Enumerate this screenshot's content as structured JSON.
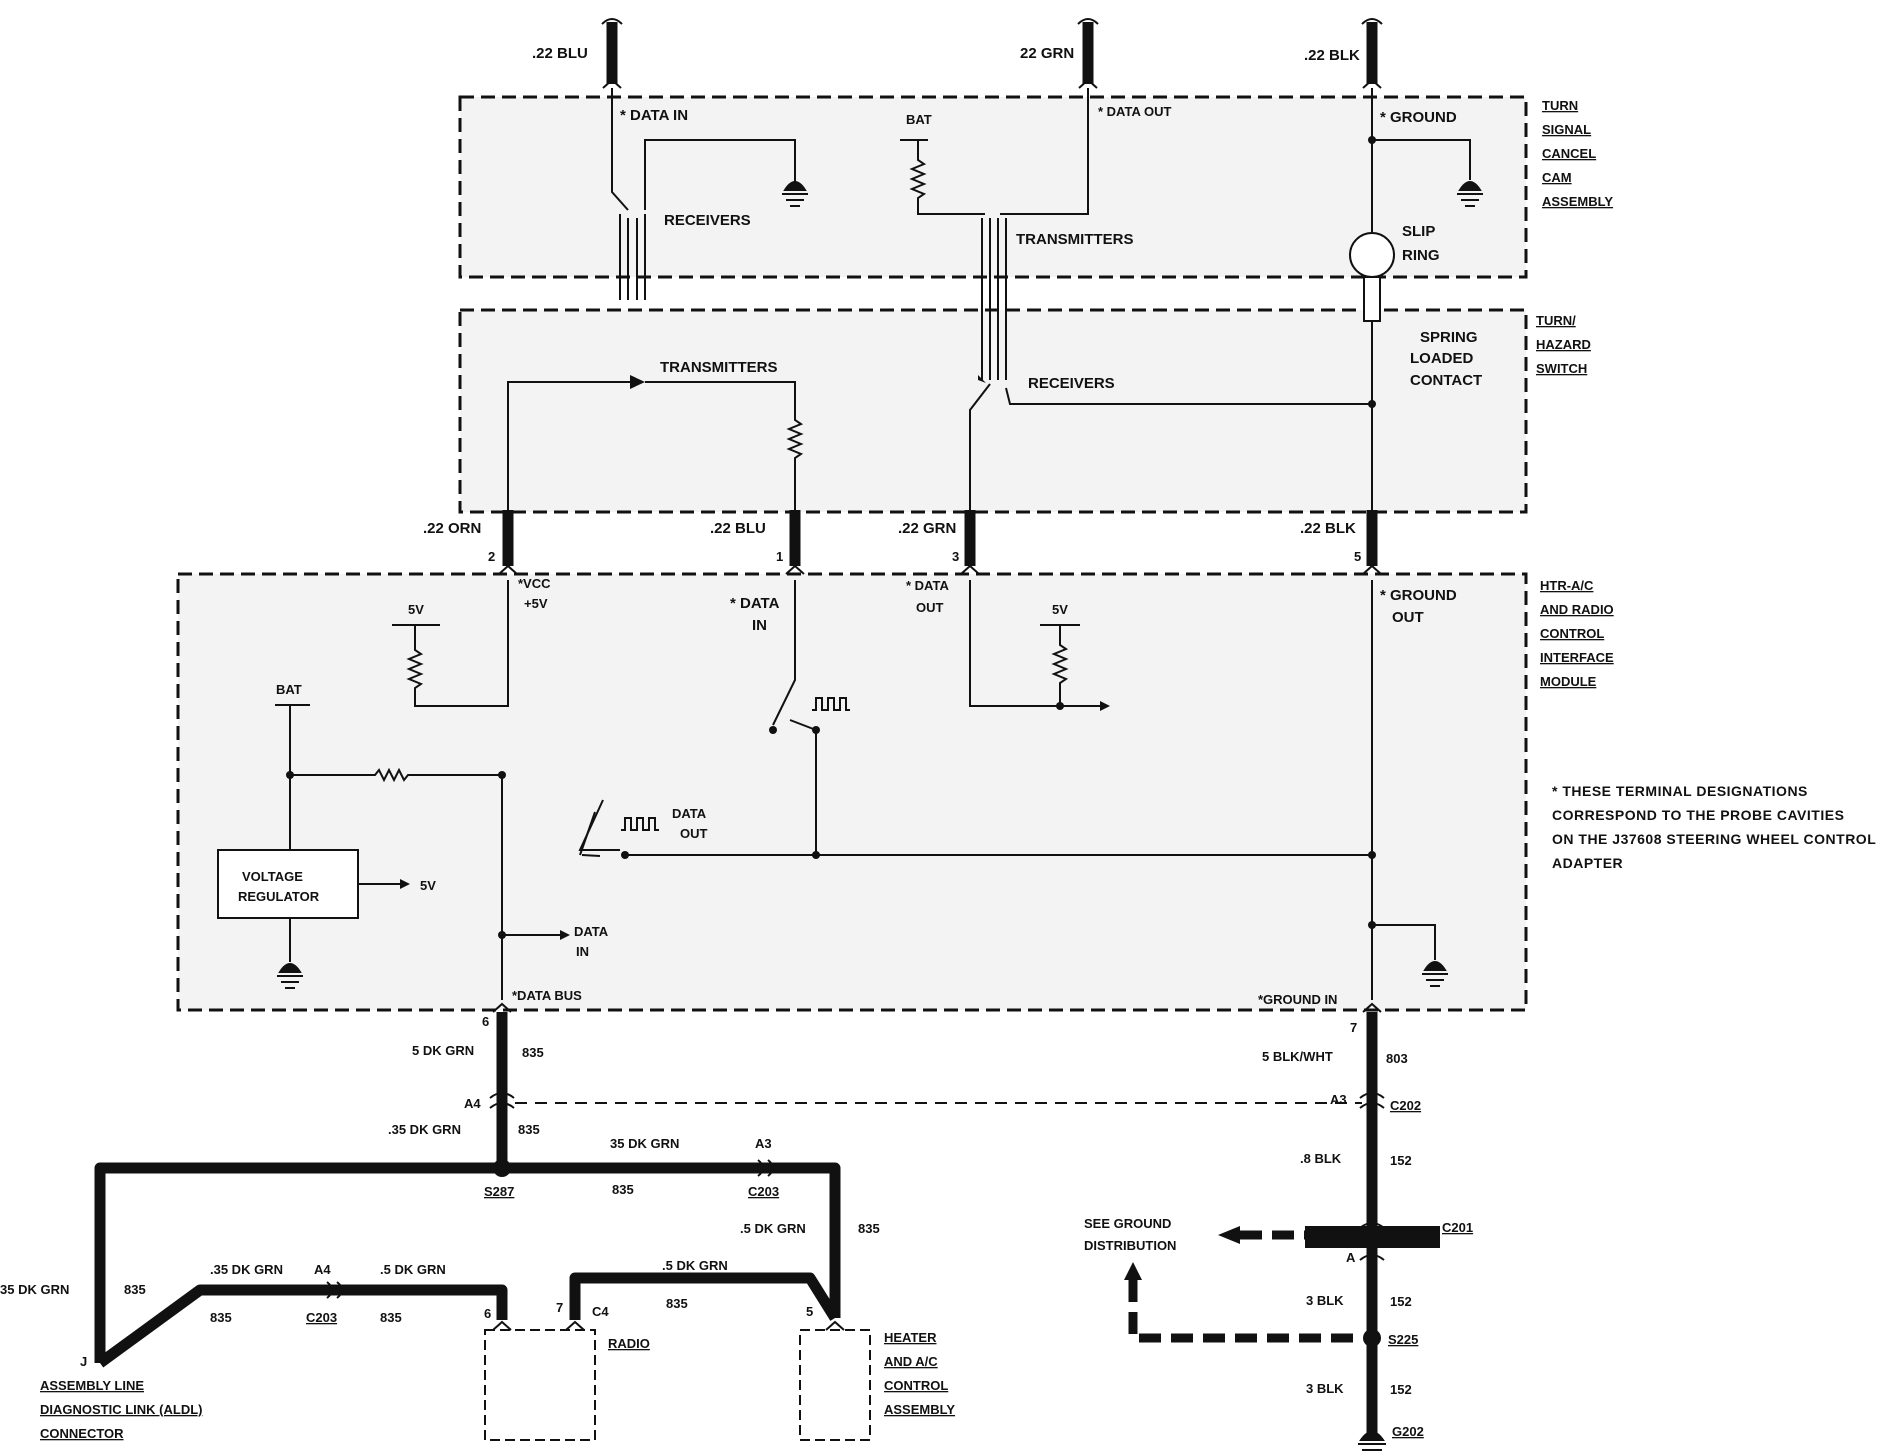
{
  "wire_labels": {
    "top_blu": ".22 BLU",
    "top_grn": "22 GRN",
    "top_blk": ".22 BLK",
    "mid_orn": ".22 ORN",
    "mid_blu": ".22 BLU",
    "mid_grn": ".22 GRN",
    "mid_blk": ".22 BLK",
    "dk_grn_5": "5 DK GRN",
    "dk_grn_35_a": ".35 DK GRN",
    "dk_grn_35_b": "35 DK GRN",
    "dk_grn_35_left": "35 DK GRN",
    "dk_grn_35_c": ".35 DK GRN",
    "dk_grn_5_b": ".5 DK GRN",
    "dk_grn_5_c": ".5 DK GRN",
    "dk_grn_5_d": ".5 DK GRN",
    "blk_wht": "5 BLK/WHT",
    "blk_8": ".8 BLK",
    "blk_3a": "3 BLK",
    "blk_3b": "3 BLK"
  },
  "circuit_numbers": {
    "c835": "835",
    "c803": "803",
    "c152": "152"
  },
  "pins": {
    "p1": "1",
    "p2": "2",
    "p3": "3",
    "p5": "5",
    "p6": "6",
    "p7": "7",
    "p6b": "6",
    "p7b": "7",
    "p5b": "5",
    "pJ": "J"
  },
  "connectors": {
    "a4": "A4",
    "a3": "A3",
    "a3b": "A3",
    "a4b": "A4",
    "a": "A",
    "c202": "C202",
    "c203a": "C203",
    "c203b": "C203",
    "c201": "C201",
    "c4": "C4",
    "s287": "S287",
    "s225": "S225",
    "g202": "G202"
  },
  "terminals": {
    "data_in": "* DATA    IN",
    "data_out": "* DATA OUT",
    "ground": "* GROUND",
    "vcc": "*VCC",
    "plus5v": "+5V",
    "data_in_mid": "* DATA",
    "in": "IN",
    "data_out_mid": "* DATA",
    "out": "OUT",
    "ground_out": "* GROUND",
    "ground_out2": "OUT",
    "data_bus": "*DATA BUS",
    "ground_in": "*GROUND IN"
  },
  "internal_labels": {
    "receivers_top": "RECEIVERS",
    "transmitters_top": "TRANSMITTERS",
    "transmitters_mid": "TRANSMITTERS",
    "receivers_mid": "RECEIVERS",
    "bat_top": "BAT",
    "bat_mod": "BAT",
    "v5_a": "5V",
    "v5_b": "5V",
    "v5_c": "5V",
    "slip": "SLIP",
    "ring": "RING",
    "spring": "SPRING",
    "loaded": "LOADED",
    "contact": "CONTACT",
    "vreg1": "VOLTAGE",
    "vreg2": "REGULATOR",
    "data_out_sw": "DATA",
    "data_out_sw2": "OUT",
    "data_in_bus": "DATA",
    "data_in_bus2": "IN"
  },
  "assemblies": {
    "turn_signal": [
      "TURN",
      "SIGNAL",
      "CANCEL",
      "CAM",
      "ASSEMBLY"
    ],
    "turn_hazard": [
      "TURN/",
      "HAZARD",
      "SWITCH"
    ],
    "htr_module": [
      "HTR-A/C",
      "AND RADIO",
      "CONTROL",
      "INTERFACE",
      "MODULE"
    ],
    "radio": "RADIO",
    "heater": [
      "HEATER",
      "AND A/C",
      "CONTROL",
      "ASSEMBLY"
    ],
    "aldl": [
      "ASSEMBLY LINE",
      "DIAGNOSTIC LINK (ALDL)",
      "CONNECTOR"
    ],
    "ground_dist": [
      "SEE GROUND",
      "DISTRIBUTION"
    ]
  },
  "footnote": [
    "* THESE TERMINAL DESIGNATIONS",
    "CORRESPOND TO THE PROBE CAVITIES",
    "ON THE J37608 STEERING WHEEL CONTROL",
    "ADAPTER"
  ]
}
